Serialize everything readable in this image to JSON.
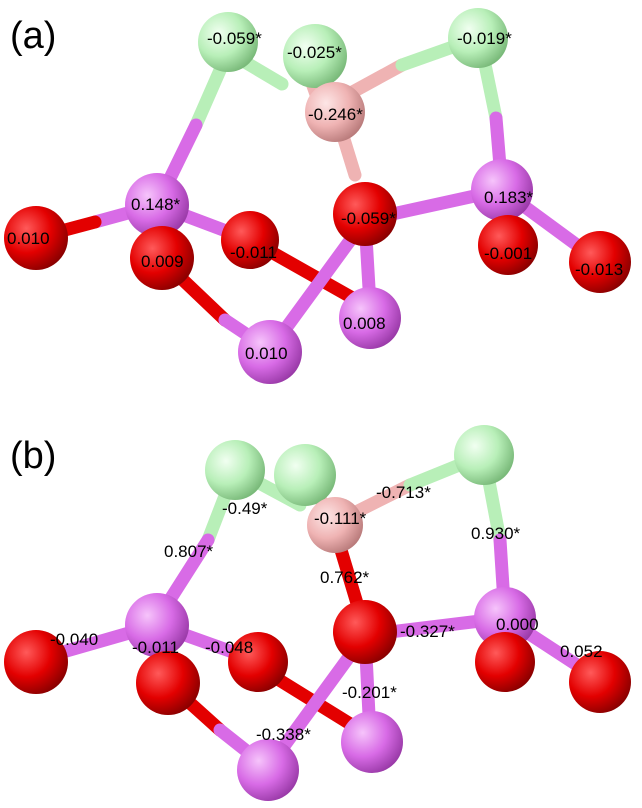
{
  "colors": {
    "background": "#ffffff",
    "oxygen": "#e30000",
    "phosphorus_like": "#d86be6",
    "fluorine_like": "#b8efb8",
    "boron_like": "#efb3b3"
  },
  "panels": [
    {
      "id": "a",
      "label": "(a)",
      "atom_labels": [
        "-0.059*",
        "-0.025*",
        "-0.019*",
        "-0.246*",
        "0.148*",
        "0.010",
        "-0.059*",
        "0.183*",
        "0.009",
        "-0.011",
        "-0.001",
        "-0.013",
        "0.008",
        "0.010"
      ]
    },
    {
      "id": "b",
      "label": "(b)",
      "atom_labels": [
        "-0.713*",
        "-0.49*",
        "-0.111*",
        "0.807*",
        "0.930*",
        "0.762*",
        "-0.040",
        "-0.011",
        "-0.048",
        "-0.327*",
        "0.000",
        "0.052",
        "-0.201*",
        "-0.338*"
      ]
    }
  ]
}
